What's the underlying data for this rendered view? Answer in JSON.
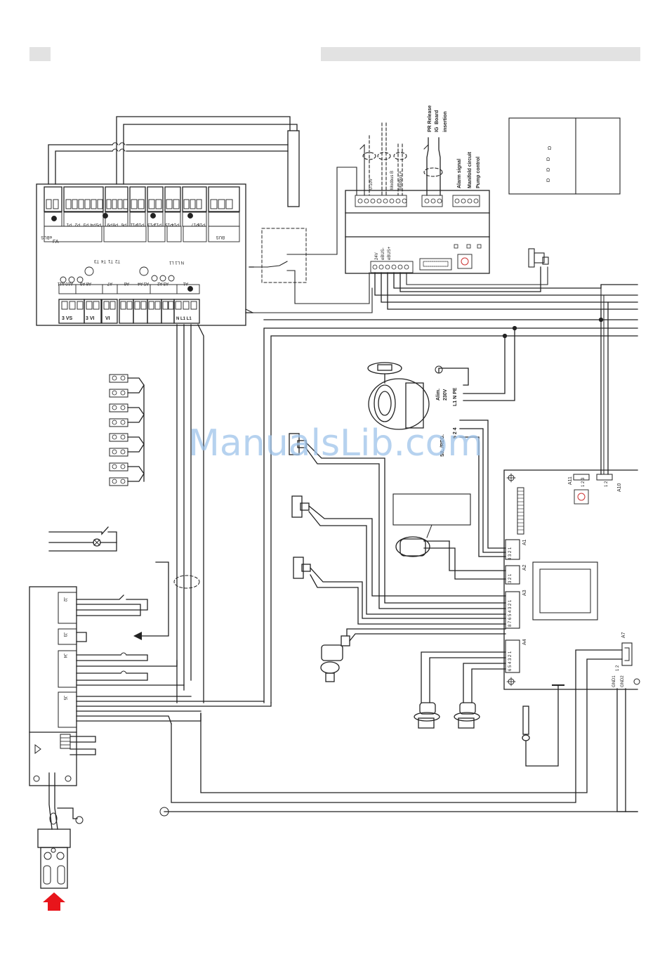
{
  "watermark": "ManualsLib.com",
  "colors": {
    "line": "#222222",
    "header_bar": "#e2e2e2",
    "arrow": "#e8151b",
    "watermark": "#9ec3ea"
  },
  "main_board": {
    "connectors_top": [
      "FA",
      "P3",
      "P2",
      "P1",
      "P5",
      "P4",
      "P6",
      "P8",
      "P9",
      "P10",
      "P11",
      "P12",
      "P13",
      "P14",
      "P15",
      "P16",
      "P17",
      "BUS"
    ],
    "connectors_bottom": [
      "3 VS",
      "3 VI",
      "VI",
      "N L1 L1"
    ],
    "terminals_mid": [
      "A10 A11",
      "A8 A9",
      "A7",
      "A6",
      "A5 A4",
      "A3 A2",
      "A1"
    ],
    "sensors": [
      "T1",
      "T2",
      "T3",
      "T4"
    ],
    "label_ebus": "eBUS",
    "label_bus": "BUS",
    "label_n_l1_l1": "N L1 L1"
  },
  "interface_module": {
    "top_labels": [
      "0-10V",
      "Modbus B",
      "Modbus A"
    ],
    "bus_labels": [
      "24V",
      "eBUS-",
      "eBUS+"
    ]
  },
  "relay_labels": {
    "pr_release": "PR Release",
    "ig": "IG",
    "board": "Board",
    "insertion": "insertion"
  },
  "signal_labels": [
    "Alarm signal",
    "Manifold circuit",
    "Pump control"
  ],
  "ohm_symbols": [
    "Ω",
    "Ω",
    "Ω",
    "Ω"
  ],
  "pump": {
    "alim": "Alim.",
    "voltage": "230V",
    "terminals": "L1 N PE",
    "sil_reg": "SIL./REG.",
    "pins": "5 2 4"
  },
  "control_board": {
    "connectors": [
      "A1",
      "A2",
      "A3",
      "A4",
      "A7",
      "A10",
      "A11"
    ],
    "pins_a1": "4 3 2 1",
    "pins_a2": "3 2 1",
    "pins_a3": "8 7 6 5 4 3 2 1",
    "pins_a4": "6 5 4 3 2 1",
    "gnd1": "GND1",
    "gnd2": "GND2",
    "a7_pins": "1 2",
    "a10_pins": "1 2",
    "a11_pins": "1 2 3"
  },
  "burner_module": {
    "connectors": [
      "J2",
      "J3",
      "J4",
      "J5"
    ]
  }
}
